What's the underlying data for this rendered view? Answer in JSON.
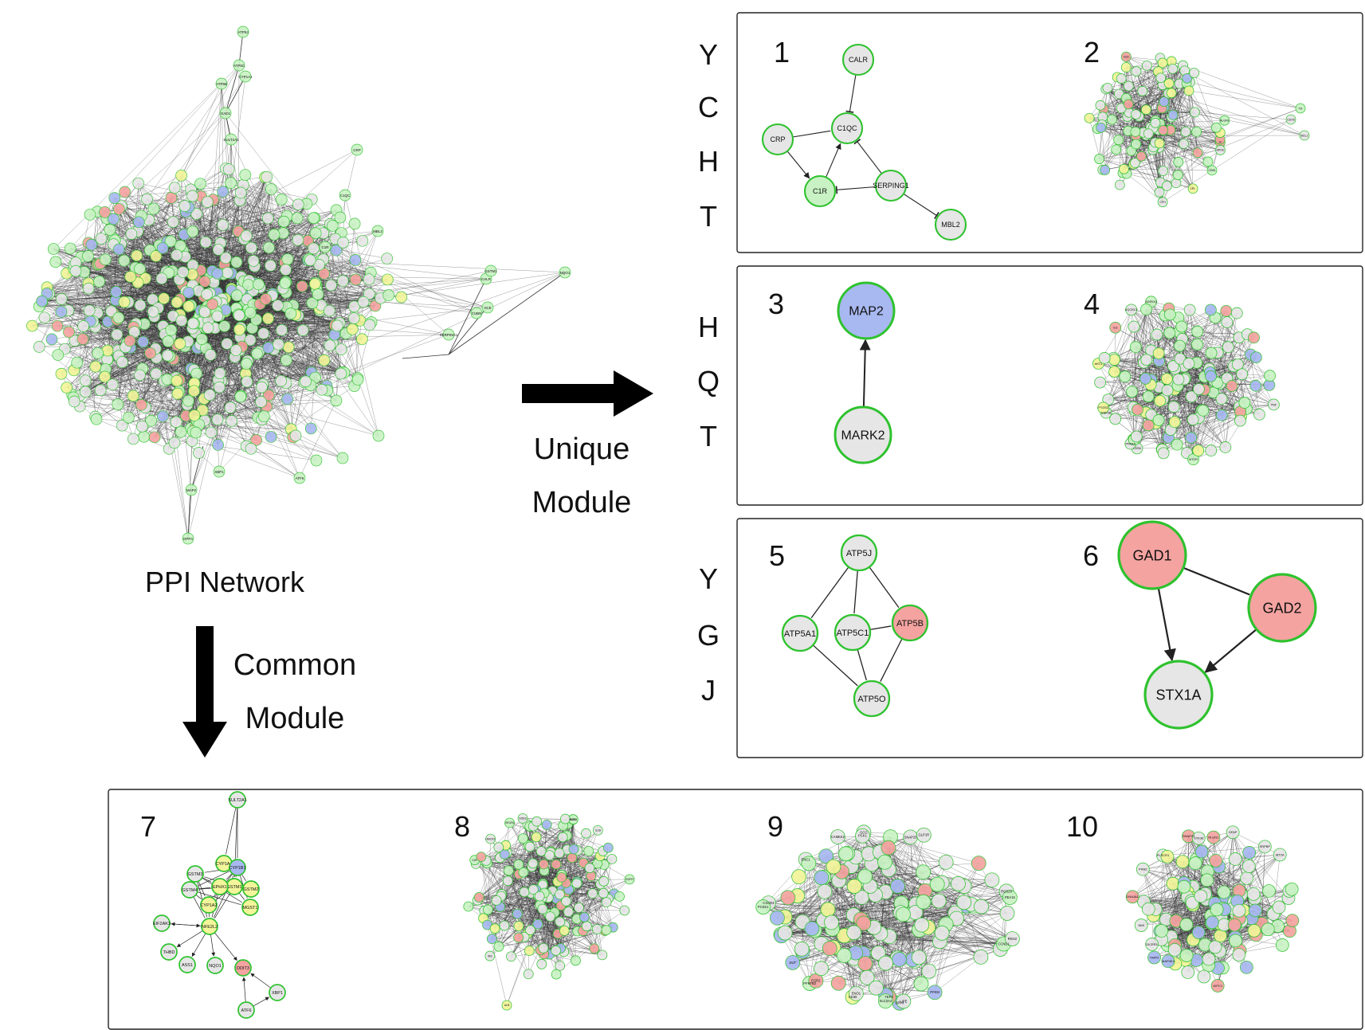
{
  "colors": {
    "node_stroke": "#2ec22e",
    "gray": "#e6e6e6",
    "red": "#f4a3a0",
    "blue": "#a8b8f0",
    "yellow": "#f2f59a",
    "green": "#c9f2c4",
    "edge": "#222222"
  },
  "ppi": {
    "caption": "PPI Network",
    "labels": [
      "ATP5J",
      "ATP5C",
      "ATP5B",
      "CYP1A1",
      "GAD1",
      "SULT2A1",
      "CRP",
      "C1QC",
      "C1R",
      "MBL2",
      "SERPING1",
      "CALR",
      "ACE",
      "CUBN",
      "NQO1",
      "GSTM1",
      "DPP4",
      "MAP2",
      "XBP1",
      "ATF6"
    ]
  },
  "arrows": {
    "unique_line1": "Unique",
    "unique_line2": "Module",
    "common_line1": "Common",
    "common_line2": "Module"
  },
  "groups": [
    {
      "letters": [
        "Y",
        "C",
        "H",
        "T"
      ]
    },
    {
      "letters": [
        "H",
        "Q",
        "T"
      ]
    },
    {
      "letters": [
        "Y",
        "G",
        "J"
      ]
    }
  ],
  "modules": [
    {
      "number": "1",
      "nodes": [
        {
          "id": "CALR",
          "color": "gray"
        },
        {
          "id": "C1QC",
          "color": "gray"
        },
        {
          "id": "CRP",
          "color": "gray"
        },
        {
          "id": "C1R",
          "color": "green"
        },
        {
          "id": "SERPING1",
          "color": "gray"
        },
        {
          "id": "MBL2",
          "color": "gray"
        }
      ],
      "edges": [
        {
          "from": "CALR",
          "to": "C1QC",
          "type": "inhibit"
        },
        {
          "from": "CRP",
          "to": "C1QC",
          "type": "line"
        },
        {
          "from": "CRP",
          "to": "C1R",
          "type": "arrow"
        },
        {
          "from": "C1R",
          "to": "C1QC",
          "type": "arrow"
        },
        {
          "from": "SERPING1",
          "to": "C1QC",
          "type": "inhibit"
        },
        {
          "from": "SERPING1",
          "to": "C1R",
          "type": "inhibit"
        },
        {
          "from": "SERPING1",
          "to": "MBL2",
          "type": "inhibit"
        }
      ]
    },
    {
      "number": "2",
      "labels": [
        "BCL2",
        "TH",
        "CDX5",
        "CFH",
        "SCD",
        "CD81",
        "LPL",
        "NLGN1",
        "APOE",
        "TF"
      ]
    },
    {
      "number": "3",
      "nodes": [
        {
          "id": "MAP2",
          "color": "blue"
        },
        {
          "id": "MARK2",
          "color": "gray"
        }
      ],
      "edges": [
        {
          "from": "MARK2",
          "to": "MAP2",
          "type": "arrow"
        }
      ]
    },
    {
      "number": "4",
      "labels": [
        "UQCRC2",
        "CD36",
        "PPARA",
        "ADIPOQ",
        "TNF",
        "IL6",
        "AKT1",
        "PTGS2",
        "GSK3B",
        "MTOR"
      ]
    },
    {
      "number": "5",
      "nodes": [
        {
          "id": "ATP5J",
          "color": "gray"
        },
        {
          "id": "ATP5A1",
          "color": "gray"
        },
        {
          "id": "ATP5C1",
          "color": "gray"
        },
        {
          "id": "ATP5B",
          "color": "red"
        },
        {
          "id": "ATP5O",
          "color": "gray"
        }
      ],
      "edges": [
        {
          "from": "ATP5J",
          "to": "ATP5A1",
          "type": "line"
        },
        {
          "from": "ATP5J",
          "to": "ATP5C1",
          "type": "line"
        },
        {
          "from": "ATP5J",
          "to": "ATP5B",
          "type": "line"
        },
        {
          "from": "ATP5A1",
          "to": "ATP5O",
          "type": "line"
        },
        {
          "from": "ATP5C1",
          "to": "ATP5B",
          "type": "line"
        },
        {
          "from": "ATP5C1",
          "to": "ATP5O",
          "type": "line"
        },
        {
          "from": "ATP5B",
          "to": "ATP5O",
          "type": "line"
        }
      ]
    },
    {
      "number": "6",
      "nodes": [
        {
          "id": "GAD1",
          "color": "red"
        },
        {
          "id": "GAD2",
          "color": "red"
        },
        {
          "id": "STX1A",
          "color": "gray"
        }
      ],
      "edges": [
        {
          "from": "GAD1",
          "to": "GAD2",
          "type": "line"
        },
        {
          "from": "GAD1",
          "to": "STX1A",
          "type": "arrow"
        },
        {
          "from": "GAD2",
          "to": "STX1A",
          "type": "arrow"
        }
      ]
    },
    {
      "number": "7",
      "nodes": [
        {
          "id": "SULT2A1",
          "color": "gray"
        },
        {
          "id": "CYP1A1",
          "color": "yellow"
        },
        {
          "id": "CYP1B1",
          "color": "blue"
        },
        {
          "id": "GSTM1",
          "color": "yellow"
        },
        {
          "id": "GSTM2",
          "color": "yellow"
        },
        {
          "id": "GSTM3",
          "color": "gray"
        },
        {
          "id": "GSTM4",
          "color": "gray"
        },
        {
          "id": "MGST1",
          "color": "yellow"
        },
        {
          "id": "EPHX1",
          "color": "yellow"
        },
        {
          "id": "CYP1A2",
          "color": "yellow"
        },
        {
          "id": "NFE2L2",
          "color": "yellow"
        },
        {
          "id": "EIF2AK3",
          "color": "gray"
        },
        {
          "id": "THBD",
          "color": "gray"
        },
        {
          "id": "ASS1",
          "color": "gray"
        },
        {
          "id": "NQO1",
          "color": "gray"
        },
        {
          "id": "DDIT3",
          "color": "red"
        },
        {
          "id": "XBP1",
          "color": "gray"
        },
        {
          "id": "ATF6",
          "color": "gray"
        }
      ]
    },
    {
      "number": "8",
      "labels": [
        "ALB",
        "INS",
        "EGFR",
        "VEGFA",
        "IL1B",
        "CAT",
        "SOD2",
        "HMOX1",
        "NOS3",
        "ESR1"
      ]
    },
    {
      "number": "9",
      "labels": [
        "CAMKK2",
        "DPP4",
        "PFKFB2",
        "PCSK1",
        "GCG",
        "LIPE",
        "CD36",
        "SLC2A4",
        "GLP1R",
        "CXCR4",
        "RGS2",
        "PCK1",
        "EGR2",
        "PFKM",
        "ENO1",
        "DUT",
        "TEP1",
        "ENC1",
        "PEA15",
        "RGS20",
        "SNAP25",
        "CCND1"
      ]
    },
    {
      "number": "10",
      "labels": [
        "DNAJA1",
        "PKN2",
        "GIPC1",
        "SNAP23",
        "TIMP3",
        "GFAP",
        "MT2A",
        "SRPBP",
        "PLSCR1",
        "NMI",
        "STK38",
        "DICER1",
        "NLGN1",
        "MAP4K4"
      ]
    }
  ]
}
